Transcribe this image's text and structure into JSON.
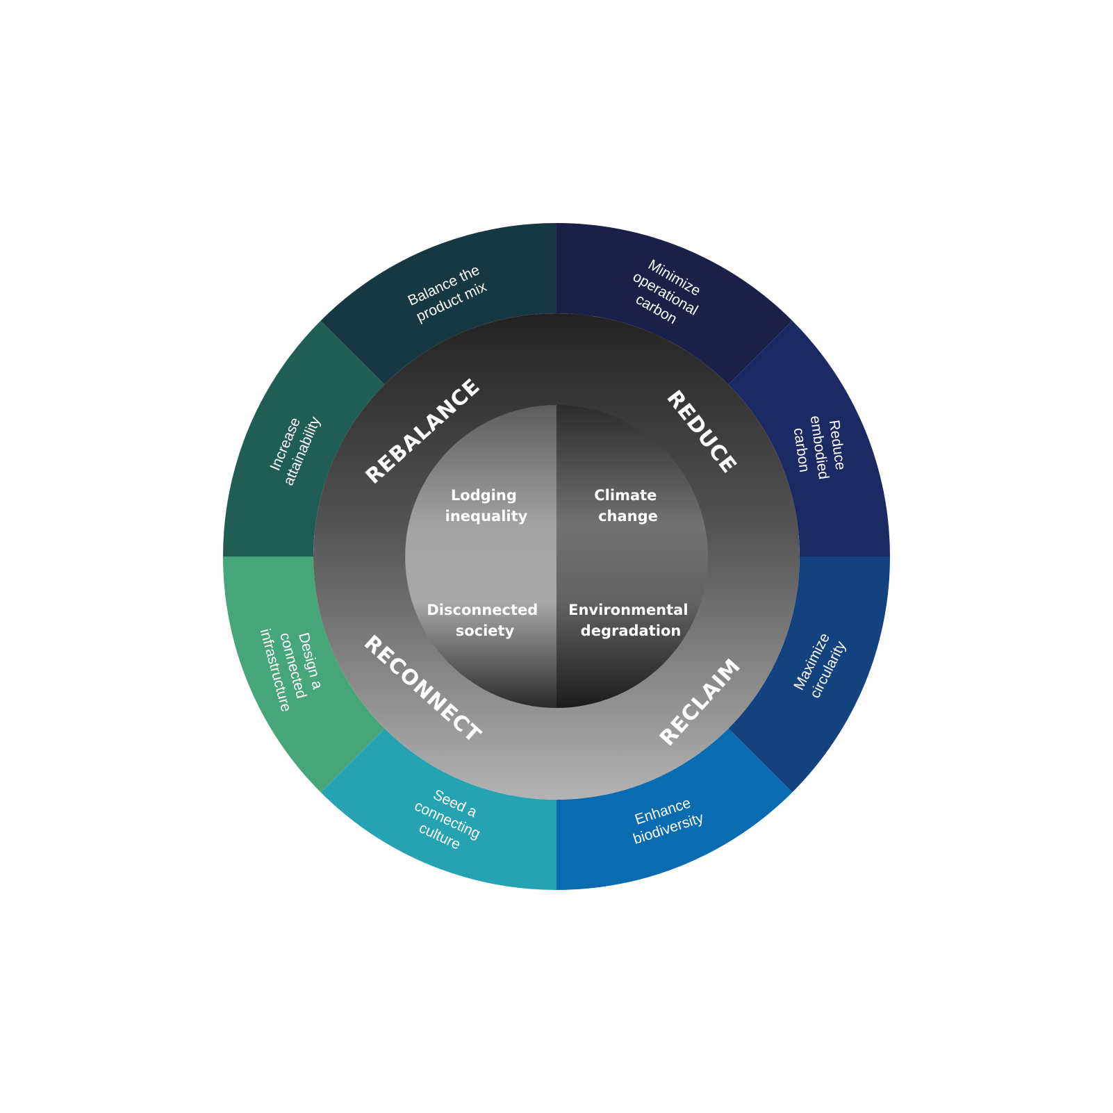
{
  "outer_segments": [
    {
      "label": [
        "Minimize",
        "operational",
        "carbon"
      ]
    },
    {
      "label": [
        "Reduce",
        "embodied",
        "carbon"
      ]
    },
    {
      "label": [
        "Maximize",
        "circularity"
      ]
    },
    {
      "label": [
        "Enhance",
        "biodiversity"
      ]
    },
    {
      "label": [
        "Seed a",
        "connecting",
        "culture"
      ]
    },
    {
      "label": [
        "Design a",
        "connected",
        "infrastructure"
      ]
    },
    {
      "label": [
        "Increase",
        "attainability"
      ]
    },
    {
      "label": [
        "Balance the",
        "product mix"
      ]
    }
  ],
  "ring_labels": [
    "REDUCE",
    "RECLAIM",
    "RECONNECT",
    "REBALANCE"
  ],
  "core_labels": [
    [
      "Lodging",
      "inequality"
    ],
    [
      "Climate",
      "change"
    ],
    [
      "Disconnected",
      "society"
    ],
    [
      "Environmental",
      "degradation"
    ]
  ],
  "colors": {
    "outer": [
      "#1c1f48",
      "#1b2a62",
      "#13427f",
      "#0a6bb0",
      "#25a3b0",
      "#47a679",
      "#1f5d55",
      "#173843"
    ],
    "ring_dark": "#222222",
    "ring_light": "#b0b0b0",
    "core_left": "#aaaaaa",
    "core_right": "#4a4a4a"
  }
}
